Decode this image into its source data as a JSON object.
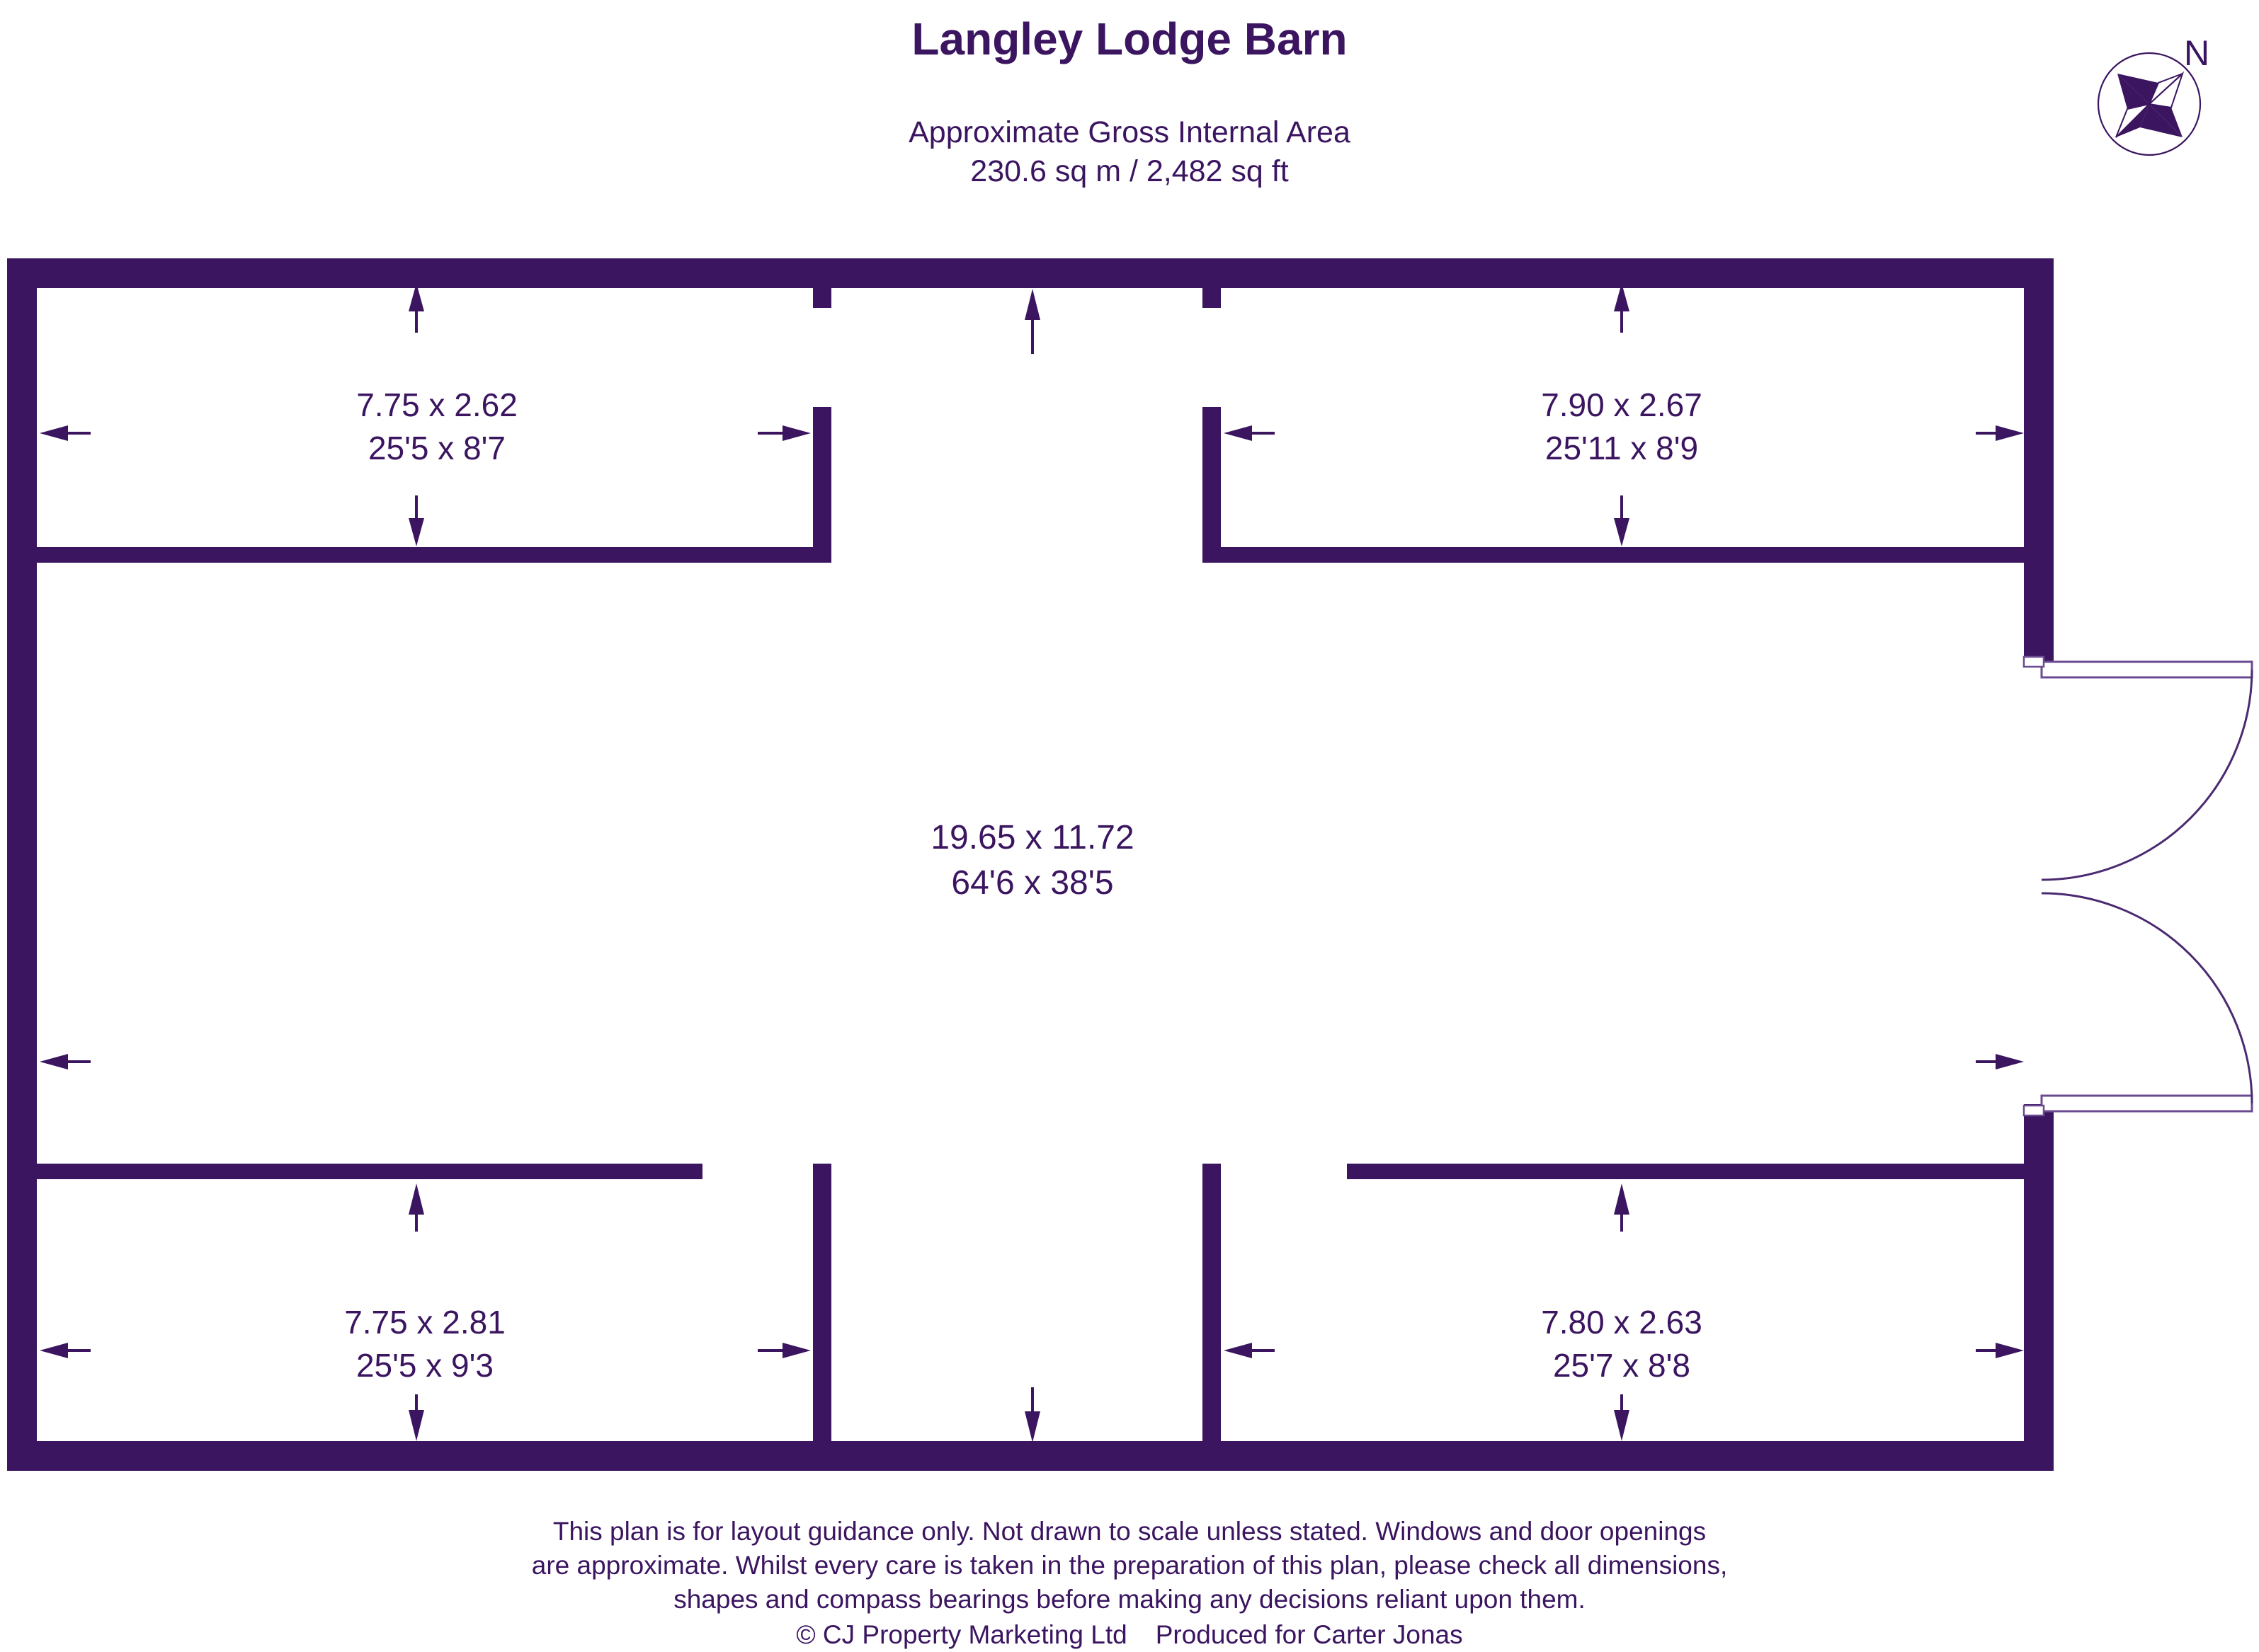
{
  "header": {
    "title": "Langley Lodge Barn",
    "area_caption": "Approximate Gross Internal Area",
    "area_value": "230.6 sq m / 2,482 sq ft"
  },
  "compass": {
    "label": "N",
    "icon": "compass-rose-icon"
  },
  "colors": {
    "wall": "#3b1560",
    "text": "#3b1560",
    "background": "#ffffff",
    "door": "#4a2a70"
  },
  "rooms": [
    {
      "id": "top-left-room",
      "metric": "7.75 x 2.62",
      "imperial": "25'5 x 8'7"
    },
    {
      "id": "top-right-room",
      "metric": "7.90 x 2.67",
      "imperial": "25'11 x 8'9"
    },
    {
      "id": "central-room",
      "metric": "19.65 x 11.72",
      "imperial": "64'6 x 38'5"
    },
    {
      "id": "bottom-left-room",
      "metric": "7.75 x 2.81",
      "imperial": "25'5 x 9'3"
    },
    {
      "id": "bottom-right-room",
      "metric": "7.80 x 2.63",
      "imperial": "25'7 x 8'8"
    }
  ],
  "footer": {
    "line1": "This plan is for layout guidance only. Not drawn to scale unless stated. Windows and door openings",
    "line2": "are approximate. Whilst every care is taken in the preparation of this plan, please check all dimensions,",
    "line3": "shapes and compass bearings before making any decisions reliant upon them.",
    "copyright": "© CJ Property Marketing Ltd",
    "produced_for": "Produced for Carter Jonas"
  }
}
